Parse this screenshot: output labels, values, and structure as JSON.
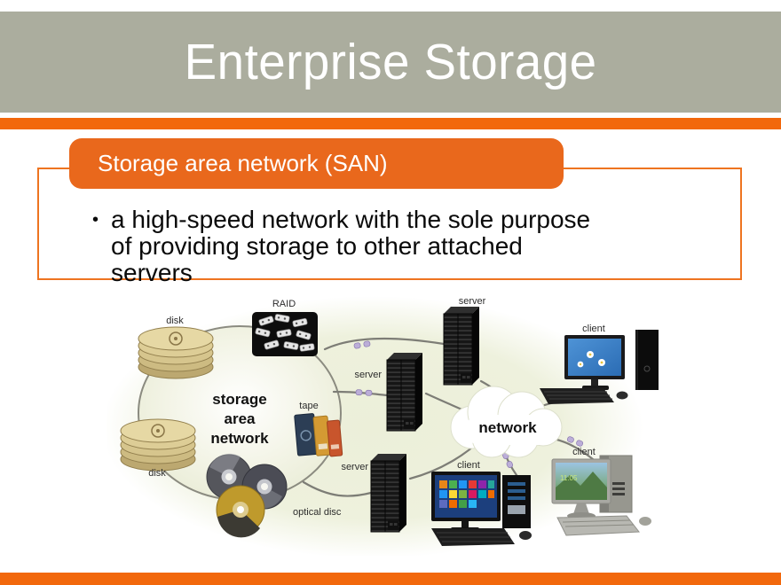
{
  "header": {
    "title": "Enterprise Storage"
  },
  "callout": {
    "title": "Storage area network (SAN)"
  },
  "bullet": {
    "lines": [
      "a high-speed network with the sole purpose",
      "of providing storage to other attached",
      "servers"
    ]
  },
  "colors": {
    "accent_orange": "#F2680C",
    "callout_orange": "#E9681C",
    "frame_orange": "#EE7420",
    "header_gray_green": "#ABAD9E",
    "diagram_wash": "#EDF0DC"
  },
  "diagram": {
    "san_lines": [
      "storage",
      "area",
      "network"
    ],
    "network_label": "network",
    "labels": {
      "disk_top": "disk",
      "raid": "RAID",
      "tape": "tape",
      "disk_bottom": "disk",
      "optical_disc": "optical disc",
      "server_top": "server",
      "server_mid": "server",
      "server_bottom": "server",
      "client_top": "client",
      "client_mid": "client",
      "client_bottom": "client"
    },
    "client_screen_time": "11:05"
  }
}
